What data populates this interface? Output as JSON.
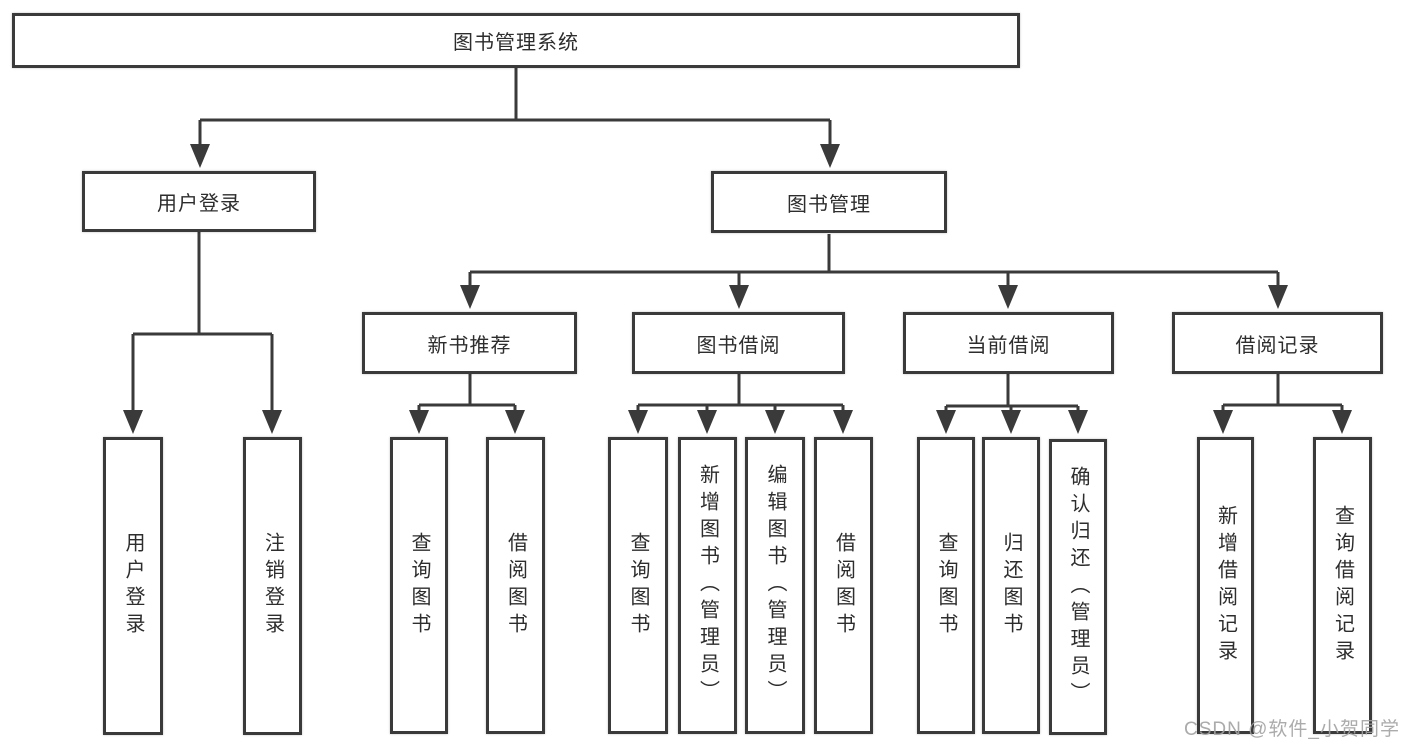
{
  "tree": {
    "root": {
      "label": "图书管理系统",
      "children": [
        {
          "label": "用户登录",
          "children": [
            {
              "label": "用户登录"
            },
            {
              "label": "注销登录"
            }
          ]
        },
        {
          "label": "图书管理",
          "children": [
            {
              "label": "新书推荐",
              "children": [
                {
                  "label": "查询图书"
                },
                {
                  "label": "借阅图书"
                }
              ]
            },
            {
              "label": "图书借阅",
              "children": [
                {
                  "label": "查询图书"
                },
                {
                  "label": "新增图书（管理员）"
                },
                {
                  "label": "编辑图书（管理员）"
                },
                {
                  "label": "借阅图书"
                }
              ]
            },
            {
              "label": "当前借阅",
              "children": [
                {
                  "label": "查询图书"
                },
                {
                  "label": "归还图书"
                },
                {
                  "label": "确认归还（管理员）"
                }
              ]
            },
            {
              "label": "借阅记录",
              "children": [
                {
                  "label": "新增借阅记录"
                },
                {
                  "label": "查询借阅记录"
                }
              ]
            }
          ]
        }
      ]
    }
  },
  "watermark": {
    "text": "CSDN @软件_小贺同学"
  },
  "colors": {
    "line": "#3a3a3a",
    "box_border": "#3a3a3a",
    "box_background": "#ffffff",
    "text": "#2d2d2d",
    "watermark": "#a2a2a2",
    "background": "#ffffff"
  }
}
